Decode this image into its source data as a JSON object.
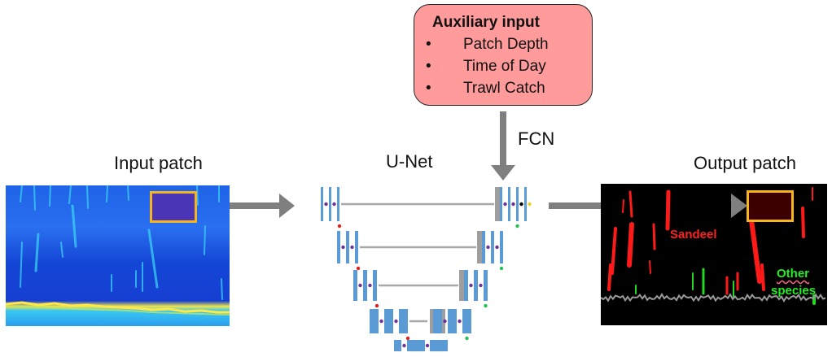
{
  "auxiliary": {
    "title": "Auxiliary input",
    "items": [
      "Patch Depth",
      "Time of Day",
      "Trawl Catch"
    ],
    "bullet": "•",
    "fill_color": "#ff9b9b"
  },
  "labels": {
    "fcn": "FCN",
    "unet": "U-Net",
    "input_patch": "Input patch",
    "output_patch": "Output patch"
  },
  "output_annotations": {
    "sandeel": "Sandeel",
    "other_line1": "Other",
    "other_line2": "species",
    "sandeel_color": "#ff2020",
    "other_color": "#22ee22"
  },
  "colors": {
    "arrow": "#7f7f7f",
    "highlight_box": "#f6b41f",
    "unet_block": "#5b9bd5",
    "unet_concat": "#9e9e9e"
  }
}
